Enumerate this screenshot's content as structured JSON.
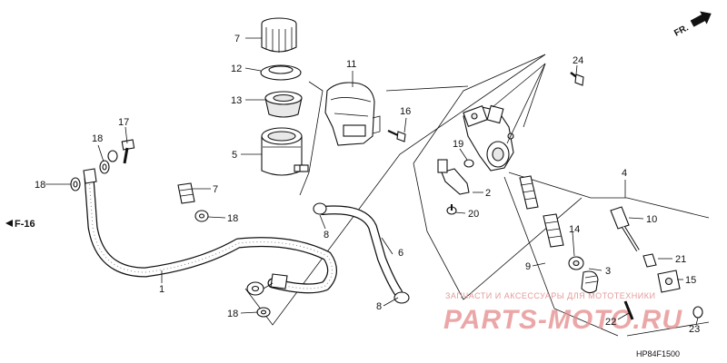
{
  "diagram": {
    "direction_marker": "FR.",
    "reference_marker": "F-16",
    "diagram_code": "HP84F1500",
    "watermark": {
      "caption": "ЗАПЧАСТИ И АКСЕССУАРЫ ДЛЯ МОТОТЕХНИКИ",
      "brand": "PARTS-MOTO.RU"
    },
    "callouts": {
      "c1": "1",
      "c2": "2",
      "c3": "3",
      "c4": "4",
      "c5": "5",
      "c6": "6",
      "c7a": "7",
      "c7b": "7",
      "c8a": "8",
      "c8b": "8",
      "c9": "9",
      "c10": "10",
      "c11": "11",
      "c12": "12",
      "c13": "13",
      "c14": "14",
      "c15": "15",
      "c16": "16",
      "c17": "17",
      "c18a": "18",
      "c18b": "18",
      "c18c": "18",
      "c18d": "18",
      "c19": "19",
      "c20": "20",
      "c21": "21",
      "c22": "22",
      "c23": "23",
      "c24": "24"
    }
  }
}
